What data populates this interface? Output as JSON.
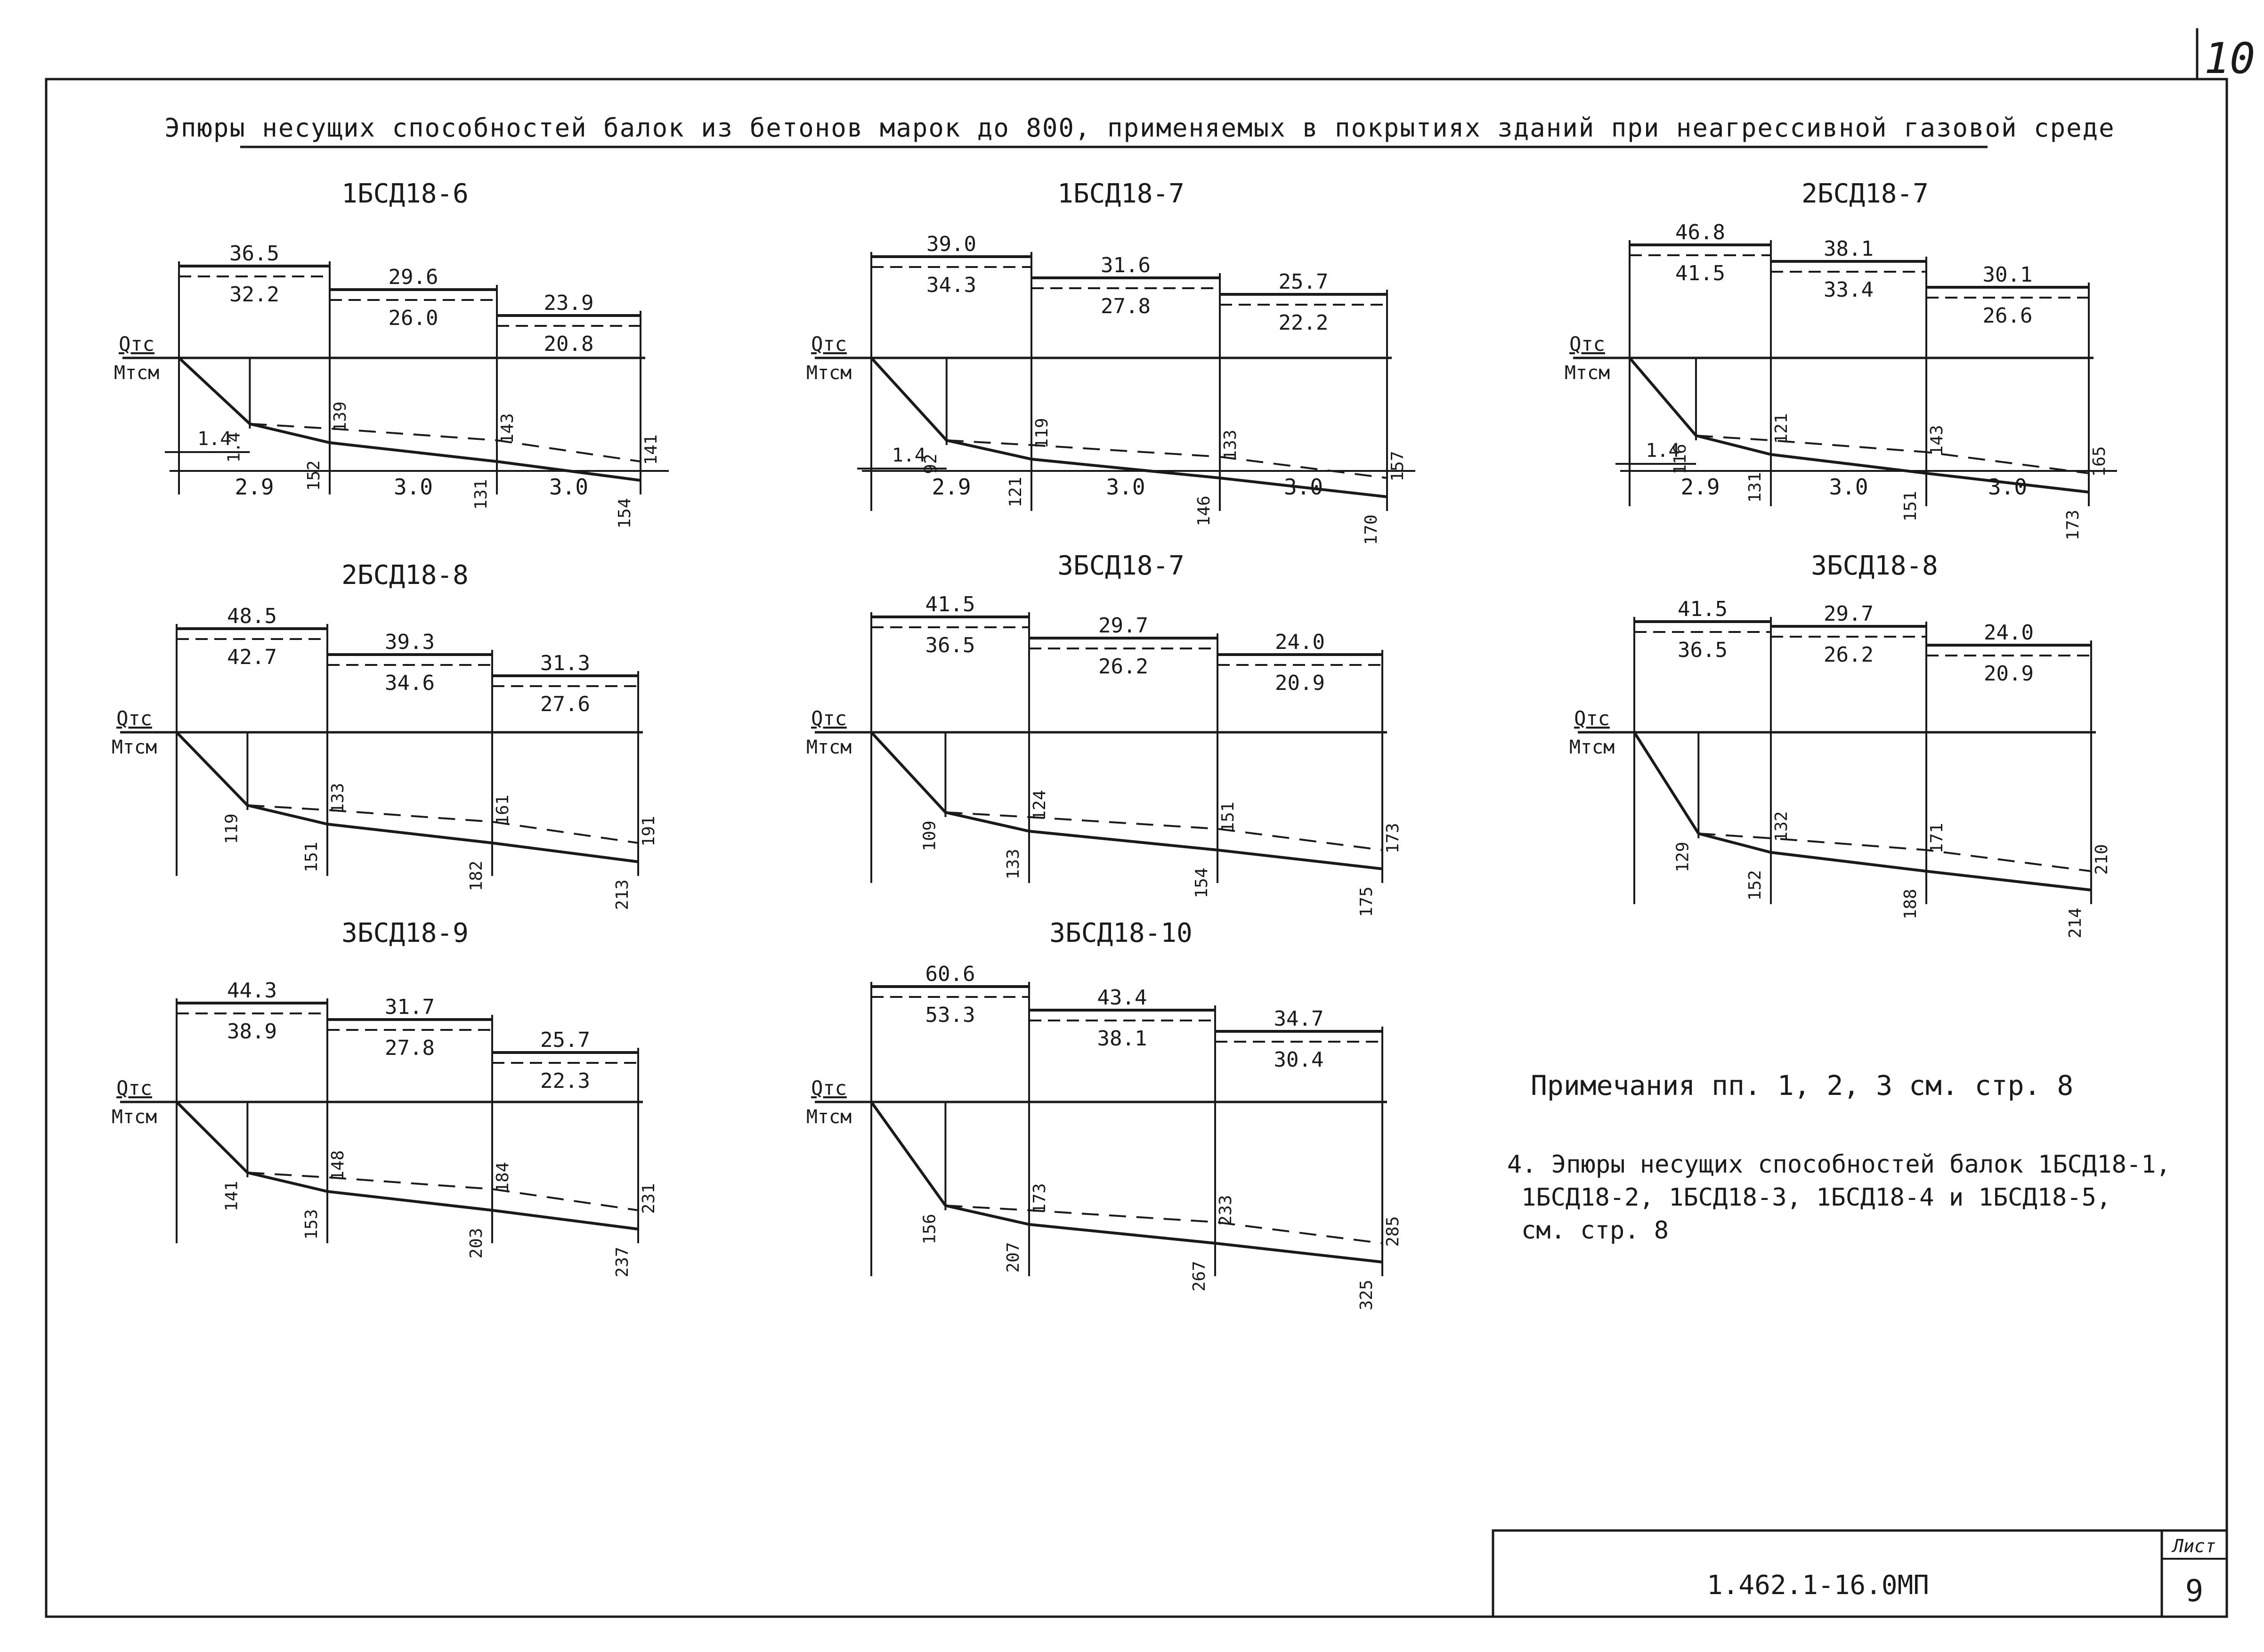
{
  "sheet_corner_number": "10",
  "title": "Эпюры несущих способностей балок из бетонов марок до 800, применяемых в покрытиях зданий при неагрессивной газовой среде",
  "axis_labels": {
    "q": "Qтс",
    "m": "Мтсм"
  },
  "diagrams": [
    {
      "name": "1БСД18-6",
      "q_top": [
        "36.5",
        "29.6",
        "23.9"
      ],
      "q_bottom": [
        "32.2",
        "26.0",
        "20.8"
      ],
      "m_dashed": [
        "",
        "139",
        "143",
        "141"
      ],
      "m_solid": [
        "1.4",
        "152",
        "131",
        "154"
      ],
      "dims": [
        "2.9",
        "3.0",
        "3.0"
      ],
      "left_dim": "1.4",
      "left_dim_value": ""
    },
    {
      "name": "1БСД18-7",
      "q_top": [
        "39.0",
        "31.6",
        "25.7"
      ],
      "q_bottom": [
        "34.3",
        "27.8",
        "22.2"
      ],
      "m_dashed": [
        "",
        "119",
        "133",
        "157"
      ],
      "m_solid": [
        "92",
        "121",
        "146",
        "170"
      ],
      "dims": [
        "2.9",
        "3.0",
        "3.0"
      ],
      "left_dim": "1.4",
      "left_dim_value": ""
    },
    {
      "name": "2БСД18-7",
      "q_top": [
        "46.8",
        "38.1",
        "30.1"
      ],
      "q_bottom": [
        "41.5",
        "33.4",
        "26.6"
      ],
      "m_dashed": [
        "",
        "121",
        "143",
        "165"
      ],
      "m_solid": [
        "116",
        "131",
        "151",
        "173"
      ],
      "dims": [
        "2.9",
        "3.0",
        "3.0"
      ],
      "left_dim": "1.4",
      "left_dim_value": ""
    },
    {
      "name": "2БСД18-8",
      "q_top": [
        "48.5",
        "39.3",
        "31.3"
      ],
      "q_bottom": [
        "42.7",
        "34.6",
        "27.6"
      ],
      "m_dashed": [
        "",
        "133",
        "161",
        "191"
      ],
      "m_solid": [
        "119",
        "151",
        "182",
        "213"
      ],
      "dims": [],
      "left_dim": "",
      "left_dim_value": ""
    },
    {
      "name": "3БСД18-7",
      "q_top": [
        "41.5",
        "29.7",
        "24.0"
      ],
      "q_bottom": [
        "36.5",
        "26.2",
        "20.9"
      ],
      "m_dashed": [
        "",
        "124",
        "151",
        "173"
      ],
      "m_solid": [
        "109",
        "133",
        "154",
        "175"
      ],
      "dims": [],
      "left_dim": "",
      "left_dim_value": ""
    },
    {
      "name": "3БСД18-8",
      "q_top": [
        "41.5",
        "29.7",
        "24.0"
      ],
      "q_bottom": [
        "36.5",
        "26.2",
        "20.9"
      ],
      "m_dashed": [
        "",
        "132",
        "171",
        "210"
      ],
      "m_solid": [
        "129",
        "152",
        "188",
        "214"
      ],
      "dims": [],
      "left_dim": "",
      "left_dim_value": ""
    },
    {
      "name": "3БСД18-9",
      "q_top": [
        "44.3",
        "31.7",
        "25.7"
      ],
      "q_bottom": [
        "38.9",
        "27.8",
        "22.3"
      ],
      "m_dashed": [
        "",
        "148",
        "184",
        "231"
      ],
      "m_solid": [
        "141",
        "153",
        "203",
        "237"
      ],
      "dims": [],
      "left_dim": "",
      "left_dim_value": ""
    },
    {
      "name": "3БСД18-10",
      "q_top": [
        "60.6",
        "43.4",
        "34.7"
      ],
      "q_bottom": [
        "53.3",
        "38.1",
        "30.4"
      ],
      "m_dashed": [
        "",
        "173",
        "233",
        "285"
      ],
      "m_solid": [
        "156",
        "207",
        "267",
        "325"
      ],
      "dims": [],
      "left_dim": "",
      "left_dim_value": ""
    }
  ],
  "notes": {
    "line1": "Примечания пп. 1, 2, 3  см. стр. 8",
    "line2": "4. Эпюры несущих способностей балок 1БСД18-1,",
    "line3": "1БСД18-2, 1БСД18-3, 1БСД18-4 и 1БСД18-5,",
    "line4": "см. стр. 8"
  },
  "stamp": {
    "code": "1.462.1-16.0МП",
    "sheet_label": "Лист",
    "sheet_no": "9"
  }
}
